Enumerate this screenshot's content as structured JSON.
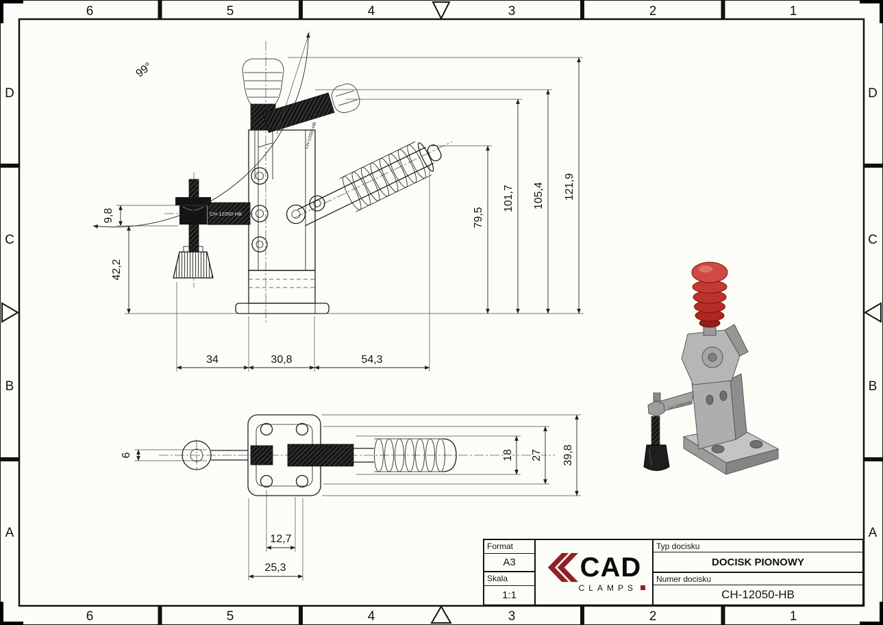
{
  "sheet": {
    "cols": [
      "6",
      "5",
      "4",
      "3",
      "2",
      "1"
    ],
    "rows": [
      "D",
      "C",
      "B",
      "A"
    ]
  },
  "drawing": {
    "part_number": "CH-12050-HB",
    "front": {
      "angle": "99°",
      "left": [
        "9,8",
        "42,2"
      ],
      "bottom": [
        "34",
        "30,8",
        "54,3"
      ],
      "right": [
        "79,5",
        "101,7",
        "105,4",
        "121,9"
      ]
    },
    "top": {
      "left": [
        "6"
      ],
      "bottom": [
        "12,7",
        "25,3"
      ],
      "right": [
        "18",
        "27",
        "39,8"
      ]
    }
  },
  "title_block": {
    "format_label": "Format",
    "format_value": "A3",
    "scale_label": "Skala",
    "scale_value": "1:1",
    "type_label": "Typ docisku",
    "type_value": "DOCISK PIONOWY",
    "number_label": "Numer docisku",
    "number_value": "CH-12050-HB",
    "logo_text": "CAD",
    "logo_sub": "CLAMPS"
  },
  "colors": {
    "accent_red": "#c0392b",
    "logo_red": "#8e2227",
    "line": "#1b1b1b",
    "paper": "#fdfdf8"
  }
}
